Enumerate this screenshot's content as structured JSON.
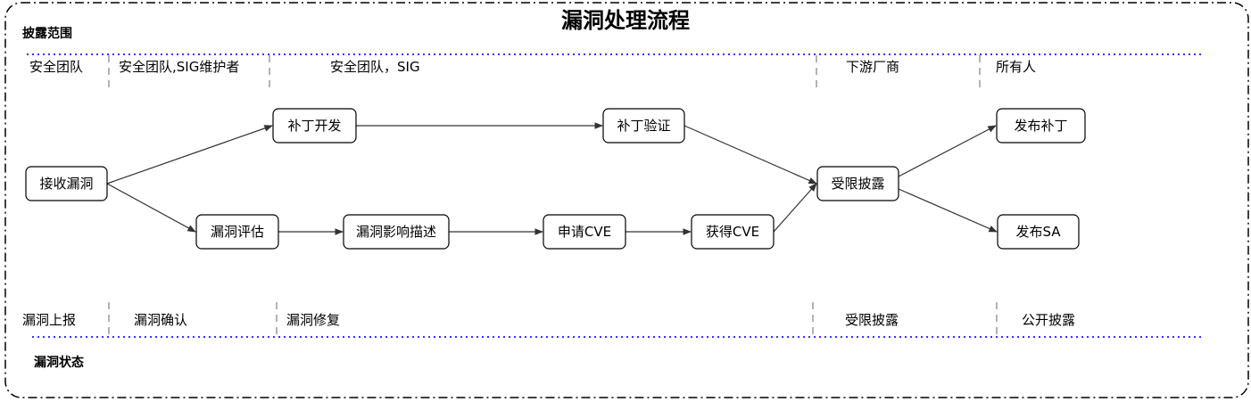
{
  "title": "漏洞处理流程",
  "sections": {
    "disclosure_scope": "披露范围",
    "vuln_status": "漏洞状态"
  },
  "scope_labels": [
    "安全团队",
    "安全团队,SIG维护者",
    "安全团队，SIG",
    "下游厂商",
    "所有人"
  ],
  "status_labels": [
    "漏洞上报",
    "漏洞确认",
    "漏洞修复",
    "受限披露",
    "公开披露"
  ],
  "nodes": {
    "receive": "接收漏洞",
    "patch_dev": "补丁开发",
    "patch_verify": "补丁验证",
    "assess": "漏洞评估",
    "impact_desc": "漏洞影响描述",
    "apply_cve": "申请CVE",
    "get_cve": "获得CVE",
    "limited_disclosure": "受限披露",
    "publish_patch": "发布补丁",
    "publish_sa": "发布SA"
  },
  "edges": [
    [
      "receive",
      "patch_dev"
    ],
    [
      "receive",
      "assess"
    ],
    [
      "patch_dev",
      "patch_verify"
    ],
    [
      "patch_verify",
      "limited_disclosure"
    ],
    [
      "assess",
      "impact_desc"
    ],
    [
      "impact_desc",
      "apply_cve"
    ],
    [
      "apply_cve",
      "get_cve"
    ],
    [
      "get_cve",
      "limited_disclosure"
    ],
    [
      "limited_disclosure",
      "publish_patch"
    ],
    [
      "limited_disclosure",
      "publish_sa"
    ]
  ],
  "colors": {
    "separator_line": "#3333ff",
    "divider": "#b3b3b3",
    "edge": "#333333"
  }
}
